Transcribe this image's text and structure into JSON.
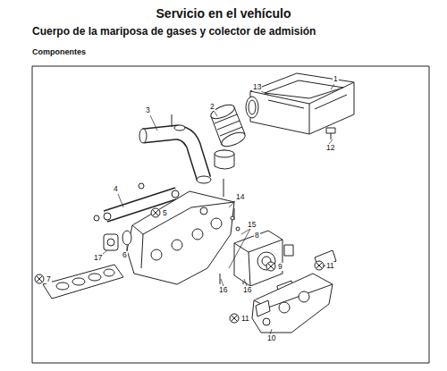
{
  "diagram": {
    "title": "Servicio en el vehículo",
    "labels": [
      "Cuerpo de la mariposa de gases y colector de admisión",
      "Componentes",
      "1",
      "13",
      "2",
      "3",
      "12",
      "4",
      "5",
      "14",
      "15",
      "17",
      "6",
      "7",
      "8",
      "9",
      "16",
      "16",
      "11",
      "11",
      "10"
    ]
  }
}
